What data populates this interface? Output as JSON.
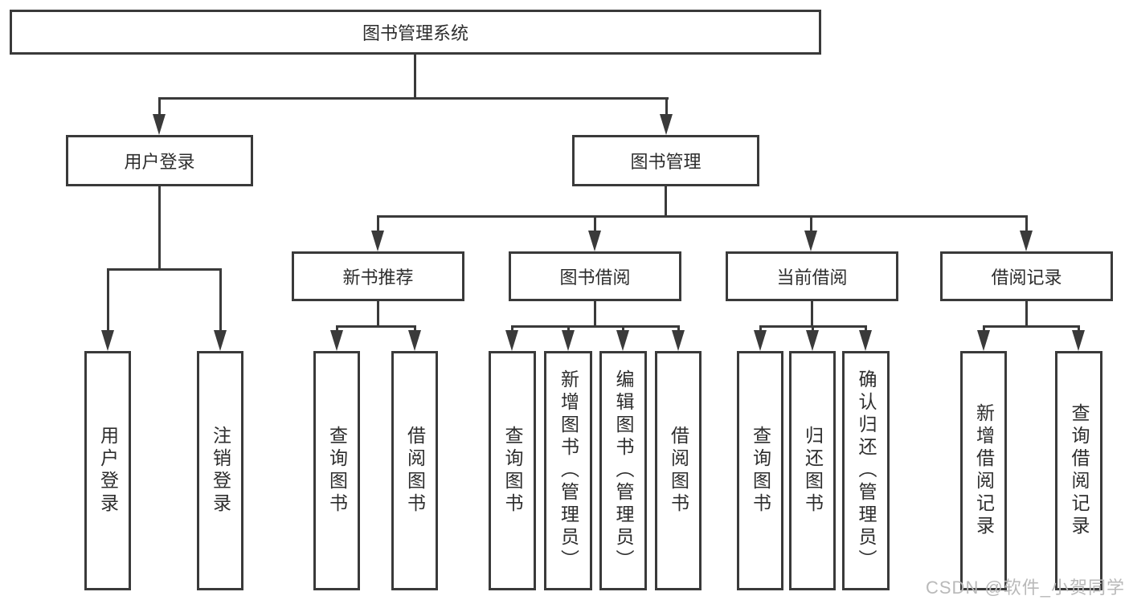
{
  "diagram": {
    "title": "图书管理系统",
    "level2": [
      {
        "label": "用户登录"
      },
      {
        "label": "图书管理"
      }
    ],
    "level3": [
      {
        "label": "新书推荐"
      },
      {
        "label": "图书借阅"
      },
      {
        "label": "当前借阅"
      },
      {
        "label": "借阅记录"
      }
    ],
    "groups": [
      {
        "parent": "用户登录",
        "children": [
          "用户登录",
          "注销登录"
        ]
      },
      {
        "parent": "新书推荐",
        "children": [
          "查询图书",
          "借阅图书"
        ]
      },
      {
        "parent": "图书借阅",
        "children": [
          "查询图书",
          "新增图书（管理员）",
          "编辑图书（管理员）",
          "借阅图书"
        ]
      },
      {
        "parent": "当前借阅",
        "children": [
          "查询图书",
          "归还图书",
          "确认归还（管理员）"
        ]
      },
      {
        "parent": "借阅记录",
        "children": [
          "新增借阅记录",
          "查询借阅记录"
        ]
      }
    ]
  },
  "watermark": "CSDN @软件_小贺同学",
  "colors": {
    "line": "#3a3a3a",
    "text": "#2d2d2d",
    "background": "#ffffff",
    "watermark": "#b9b9b9"
  }
}
